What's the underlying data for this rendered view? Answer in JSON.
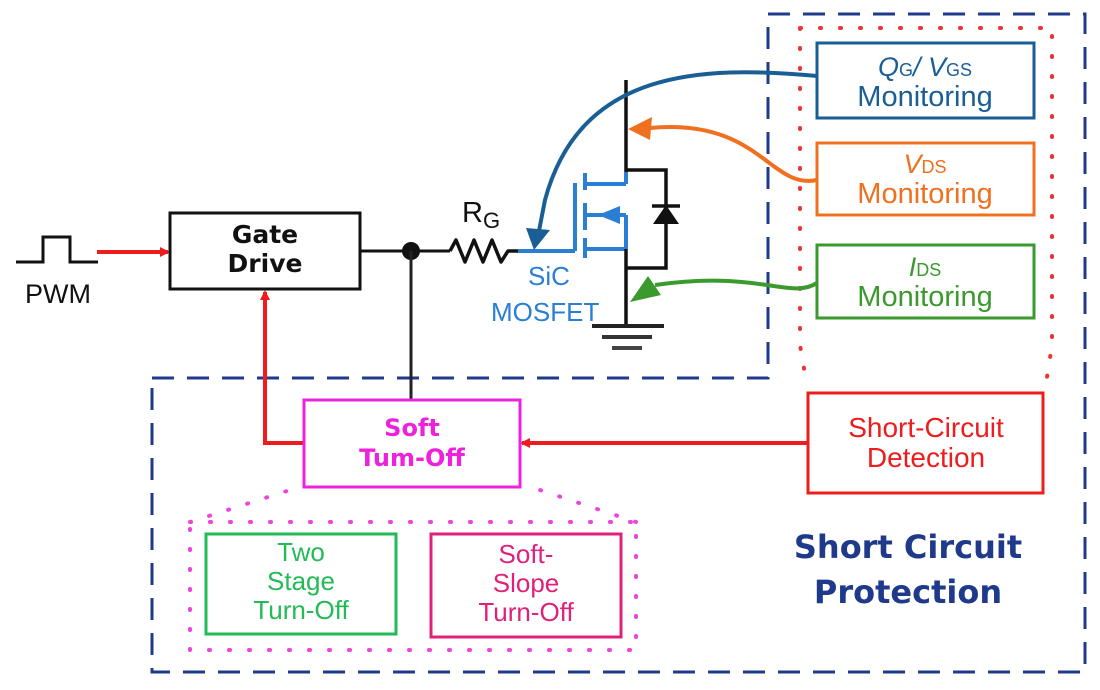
{
  "colors": {
    "black": "#111111",
    "red": "#ee1c1c",
    "navy": "#1f3a8a",
    "qg_blue": "#1a5e96",
    "mosfet_blue": "#2a7fd4",
    "orange": "#f07020",
    "green_ids": "#3a9a2e",
    "magenta": "#ee22dd",
    "green_two": "#22bb55",
    "pink": "#e0207a",
    "dotted_red": "#ee3333",
    "dotted_magenta": "#ee44dd"
  },
  "pwm": {
    "label": "PWM"
  },
  "gate_drive": {
    "line1": "Gate",
    "line2": "Drive"
  },
  "resistor": {
    "label": "R",
    "subscript": "G"
  },
  "mosfet": {
    "line1": "SiC",
    "line2": "MOSFET"
  },
  "monitors": [
    {
      "id": "qg-vgs",
      "title_parts": [
        {
          "t": "Q",
          "i": true
        },
        {
          "t": "G",
          "sub": true
        },
        {
          "t": "/ ",
          "i": false
        },
        {
          "t": "V",
          "i": true
        },
        {
          "t": "GS",
          "sub": true
        }
      ],
      "line2": "Monitoring"
    },
    {
      "id": "vds",
      "title_parts": [
        {
          "t": "V",
          "i": true
        },
        {
          "t": "DS",
          "sub": true
        }
      ],
      "line2": "Monitoring"
    },
    {
      "id": "ids",
      "title_parts": [
        {
          "t": "I",
          "i": true
        },
        {
          "t": "DS",
          "sub": true
        }
      ],
      "line2": "Monitoring"
    }
  ],
  "detection": {
    "line1": "Short-Circuit",
    "line2": "Detection"
  },
  "soft_turnoff": {
    "line1": "Soft",
    "line2": "Tum-Off"
  },
  "two_stage": {
    "line1": "Two",
    "line2": "Stage",
    "line3": "Turn-Off"
  },
  "soft_slope": {
    "line1": "Soft-",
    "line2": "Slope",
    "line3": "Turn-Off"
  },
  "protection_label": {
    "line1": "Short Circuit",
    "line2": "Protection"
  }
}
